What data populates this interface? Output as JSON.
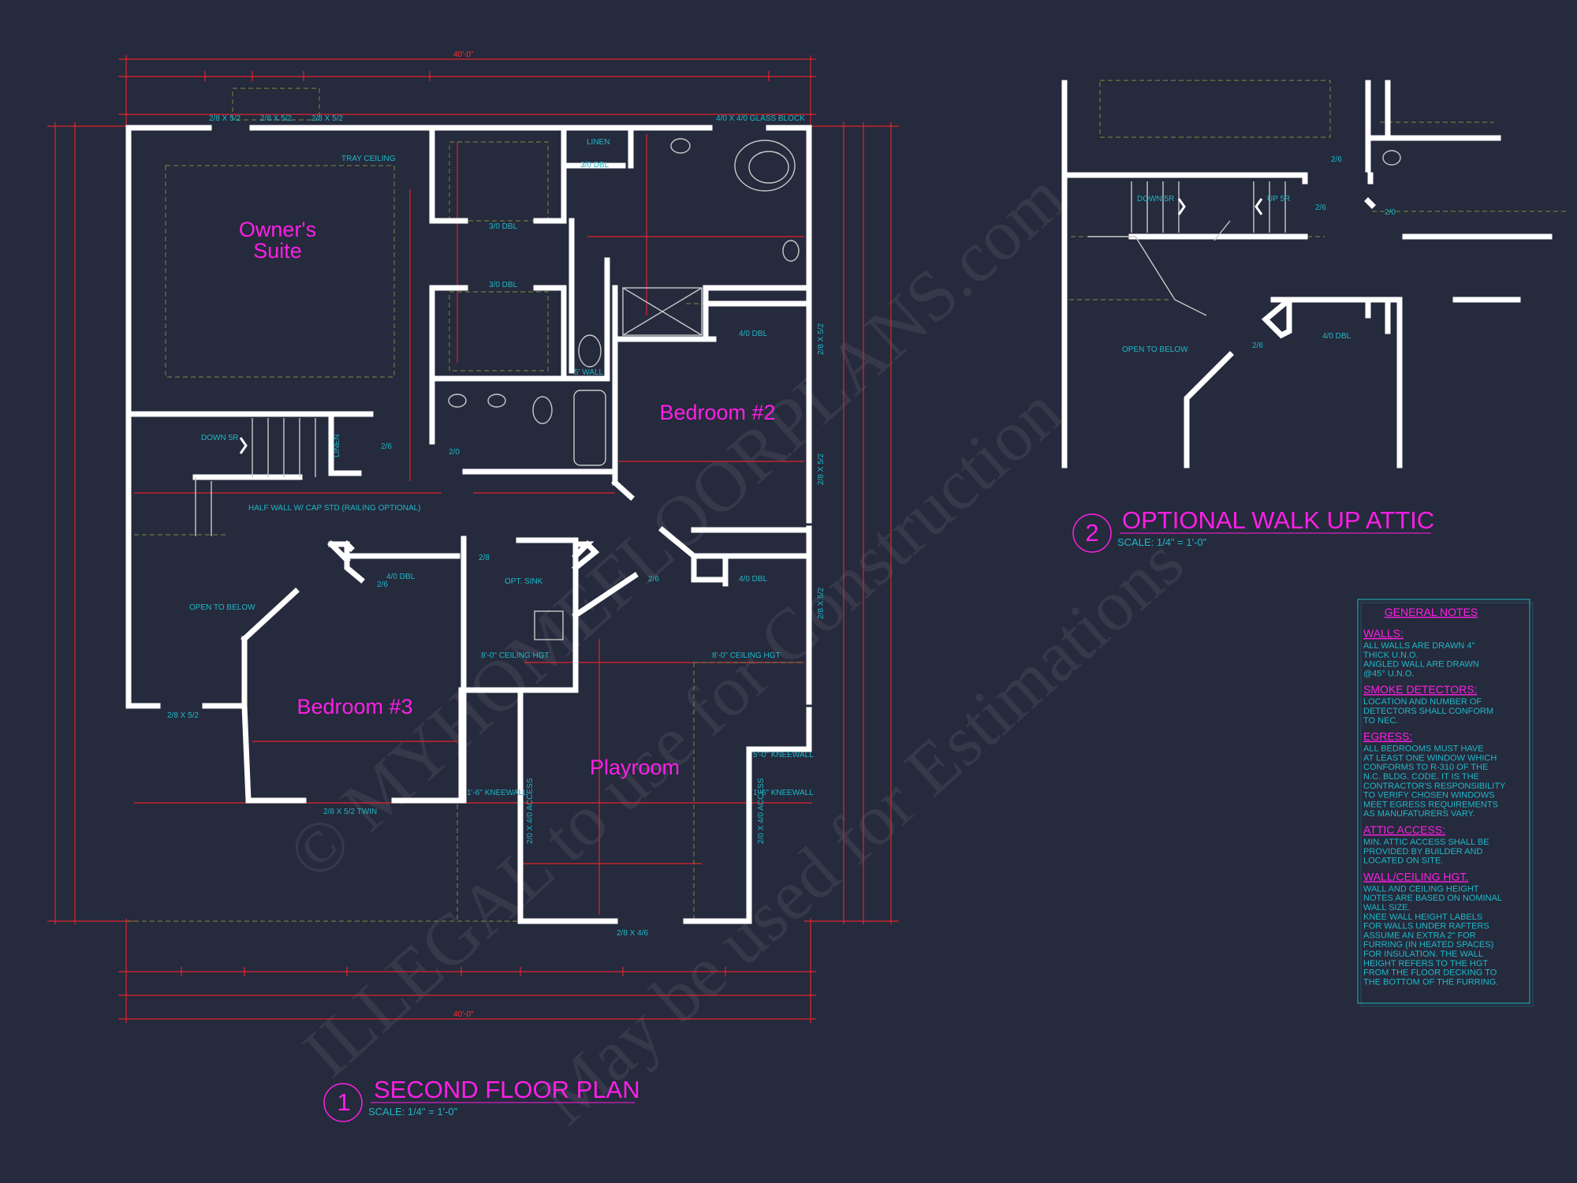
{
  "drawing_1": {
    "number": "1",
    "title": "SECOND FLOOR PLAN",
    "scale": "SCALE: 1/4\" = 1'-0\"",
    "rooms": {
      "owners_suite_line1": "Owner's",
      "owners_suite_line2": "Suite",
      "bedroom2": "Bedroom #2",
      "bedroom3": "Bedroom #3",
      "playroom": "Playroom"
    },
    "labels": {
      "window_top_1": "2/8 X 5/2",
      "window_top_2": "2/8 X 5/2",
      "window_top_3": "2/8 X 5/2",
      "glass_block": "4/0 X 4/0 GLASS BLOCK",
      "tray_ceiling": "TRAY CEILING",
      "linen_top": "LINEN",
      "closet_3_0_dbl_a": "3/0 DBL",
      "closet_3_0_dbl_b": "3/0 DBL",
      "closet_3_0_dbl_c": "3/0 DBL",
      "closet_4_0_dbl_b2": "4/0 DBL",
      "closet_4_0_dbl_b3": "4/0 DBL",
      "closet_4_0_dbl_play": "4/0 DBL",
      "down_stairs": "DOWN 5R",
      "linen_side": "LINEN",
      "half_wall": "HALF WALL W/ CAP STD (RAILING OPTIONAL)",
      "open_to_below": "OPEN TO BELOW",
      "opt_sink": "OPT. SINK",
      "ceiling_hgt_1": "8'-0\" CEILING HGT",
      "ceiling_hgt_2": "8'-0\" CEILING HGT",
      "kneewall_1": "5'-0\" KNEEWALL",
      "kneewall_2": "1'-6\" KNEEWALL",
      "kneewall_3": "1'-6\" KNEEWALL",
      "window_b3_left": "2/8 X 5/2",
      "window_b3_bottom": "2/8 X 5/2 TWIN",
      "window_play_bottom": "2/8 X 4/6",
      "window_b2_right_1": "2/8 X 5/2",
      "window_b2_right_2": "2/8 X 5/2",
      "window_b2_right_3": "2/8 X 5/2",
      "attic_access_1": "2/0 X 4/0 ACCESS",
      "attic_access_2": "2/0 X 4/0 ACCESS",
      "shower_wall": "5' WALL",
      "door_2_6_a": "2/6",
      "door_2_6_b": "2/6",
      "door_2_6_c": "2/6",
      "door_2_0": "2/0",
      "door_2_8": "2/8"
    },
    "dimensions": {
      "overall_top": "40'-0\"",
      "overall_bottom": "40'-0\""
    }
  },
  "drawing_2": {
    "number": "2",
    "title": "OPTIONAL WALK UP ATTIC",
    "scale": "SCALE: 1/4\" = 1'-0\"",
    "labels": {
      "down": "DOWN 5R",
      "up": "UP 5R",
      "open_to_below": "OPEN TO BELOW",
      "closet": "4/0 DBL",
      "door_a": "2/6",
      "door_b": "2/6",
      "door_c": "2/0",
      "door_d": "2/6"
    }
  },
  "general_notes": {
    "heading": "GENERAL NOTES",
    "sections": [
      {
        "title": "WALLS:",
        "lines": [
          "ALL WALLS ARE DRAWN 4\"",
          "THICK U.N.O.",
          "ANGLED WALL ARE DRAWN",
          "@45° U.N.O."
        ]
      },
      {
        "title": "SMOKE DETECTORS:",
        "lines": [
          "LOCATION AND NUMBER OF",
          "DETECTORS SHALL CONFORM",
          "TO NEC."
        ]
      },
      {
        "title": "EGRESS:",
        "lines": [
          "ALL BEDROOMS MUST HAVE",
          "AT LEAST ONE WINDOW WHICH",
          "CONFORMS TO R-310 OF THE",
          "N.C. BLDG. CODE. IT IS THE",
          "CONTRACTOR'S RESPONSIBILITY",
          "TO VERIFY CHOSEN WINDOWS",
          "MEET EGRESS REQUIREMENTS",
          "AS MANUFATURERS VARY."
        ]
      },
      {
        "title": "ATTIC ACCESS:",
        "lines": [
          "MIN. ATTIC ACCESS SHALL BE",
          "PROVIDED BY BUILDER AND",
          "LOCATED ON SITE."
        ]
      },
      {
        "title": "WALL/CEILING HGT.",
        "lines": [
          "WALL AND CEILING HEIGHT",
          "NOTES ARE BASED ON NOMINAL",
          "WALL SIZE.",
          "KNEE WALL HEIGHT LABELS",
          "FOR WALLS UNDER RAFTERS",
          "ASSUME AN EXTRA 2\" FOR",
          "FURRING (IN HEATED SPACES)",
          "FOR INSULATION. THE WALL",
          "HEIGHT REFERS TO THE HGT",
          "FROM THE FLOOR DECKING TO",
          "THE BOTTOM OF THE FURRING."
        ]
      }
    ]
  },
  "watermark": {
    "line1": "© MYHOMEFLOORPLANS.com",
    "line2": "ILLEGAL to use for Construction",
    "line3": "May be used for Estimations"
  },
  "colors": {
    "background": "#252a3c",
    "walls": "#ffffff",
    "dimensions": "#e0252e",
    "titles": "#ff1fe6",
    "labels": "#1fb8c8"
  }
}
